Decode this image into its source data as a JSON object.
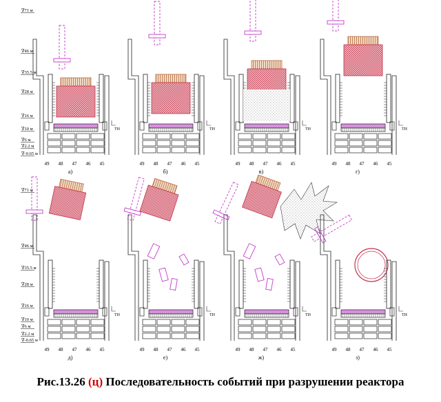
{
  "caption": {
    "prefix": "Рис.13.26",
    "marker": "(ц)",
    "text": "Последовательность событий при разрушении реактора"
  },
  "colors": {
    "outline": "#222222",
    "core": "#c0304a",
    "core_fill": "#f3c3c8",
    "magenta": "#c23cc9",
    "orange": "#b86a3a",
    "orange_fill": "#f2dcc8",
    "purple_fill": "#d9a3e0",
    "debris": "#9a3040"
  },
  "level_labels": [
    "∇71 м",
    "∇46 м",
    "∇35.5 м",
    "∇28 м",
    "∇16 м",
    "∇10 м",
    "∇6 м",
    "∇2.2 м",
    "∇-0.65 м"
  ],
  "axis_labels": [
    "49",
    "48",
    "47",
    "46",
    "45"
  ],
  "th_label": "ТН",
  "panels": [
    {
      "id": "a",
      "label": "а)"
    },
    {
      "id": "b",
      "label": "б)"
    },
    {
      "id": "v",
      "label": "в)"
    },
    {
      "id": "g",
      "label": "г)"
    },
    {
      "id": "d",
      "label": "д)"
    },
    {
      "id": "e",
      "label": "е)"
    },
    {
      "id": "zh",
      "label": "ж)"
    },
    {
      "id": "z",
      "label": "з)"
    }
  ]
}
